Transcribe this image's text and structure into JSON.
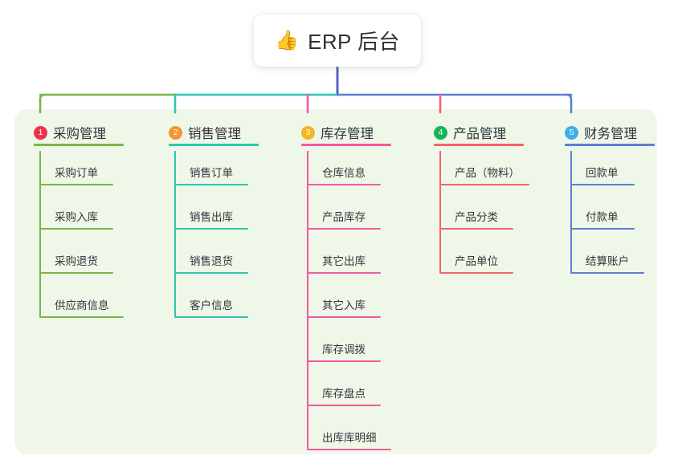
{
  "root": {
    "icon": "thumbs-up-icon",
    "emoji": "👍",
    "title": "ERP 后台",
    "card_color": "#ffffff",
    "stem_color": "#5b63c4"
  },
  "panel": {
    "background": "#eff7e9"
  },
  "columns": [
    {
      "index": "1",
      "title": "采购管理",
      "badge_color": "#e8334a",
      "line_color": "#7ab648",
      "rule_width": 112,
      "items": [
        {
          "label": "采购订单",
          "rule_width": 92
        },
        {
          "label": "采购入库",
          "rule_width": 92
        },
        {
          "label": "采购退货",
          "rule_width": 92
        },
        {
          "label": "供应商信息",
          "rule_width": 105
        }
      ]
    },
    {
      "index": "2",
      "title": "销售管理",
      "badge_color": "#f2962f",
      "line_color": "#2ec6b0",
      "rule_width": 112,
      "items": [
        {
          "label": "销售订单",
          "rule_width": 92
        },
        {
          "label": "销售出库",
          "rule_width": 92
        },
        {
          "label": "销售退货",
          "rule_width": 92
        },
        {
          "label": "客户信息",
          "rule_width": 92
        }
      ]
    },
    {
      "index": "3",
      "title": "库存管理",
      "badge_color": "#f5b520",
      "line_color": "#ef5ba1",
      "rule_width": 112,
      "items": [
        {
          "label": "仓库信息",
          "rule_width": 92
        },
        {
          "label": "产品库存",
          "rule_width": 92
        },
        {
          "label": "其它出库",
          "rule_width": 92
        },
        {
          "label": "其它入库",
          "rule_width": 92
        },
        {
          "label": "库存调拨",
          "rule_width": 92
        },
        {
          "label": "库存盘点",
          "rule_width": 92
        },
        {
          "label": "出库库明细",
          "rule_width": 105
        }
      ]
    },
    {
      "index": "4",
      "title": "产品管理",
      "badge_color": "#16b35a",
      "line_color": "#f4636b",
      "rule_width": 112,
      "items": [
        {
          "label": "产品（物料）",
          "rule_width": 112
        },
        {
          "label": "产品分类",
          "rule_width": 92
        },
        {
          "label": "产品单位",
          "rule_width": 92
        }
      ]
    },
    {
      "index": "5",
      "title": "财务管理",
      "badge_color": "#3eaee8",
      "line_color": "#5b7fd4",
      "rule_width": 112,
      "items": [
        {
          "label": "回款单",
          "rule_width": 80
        },
        {
          "label": "付款单",
          "rule_width": 80
        },
        {
          "label": "结算账户",
          "rule_width": 92
        }
      ]
    }
  ]
}
